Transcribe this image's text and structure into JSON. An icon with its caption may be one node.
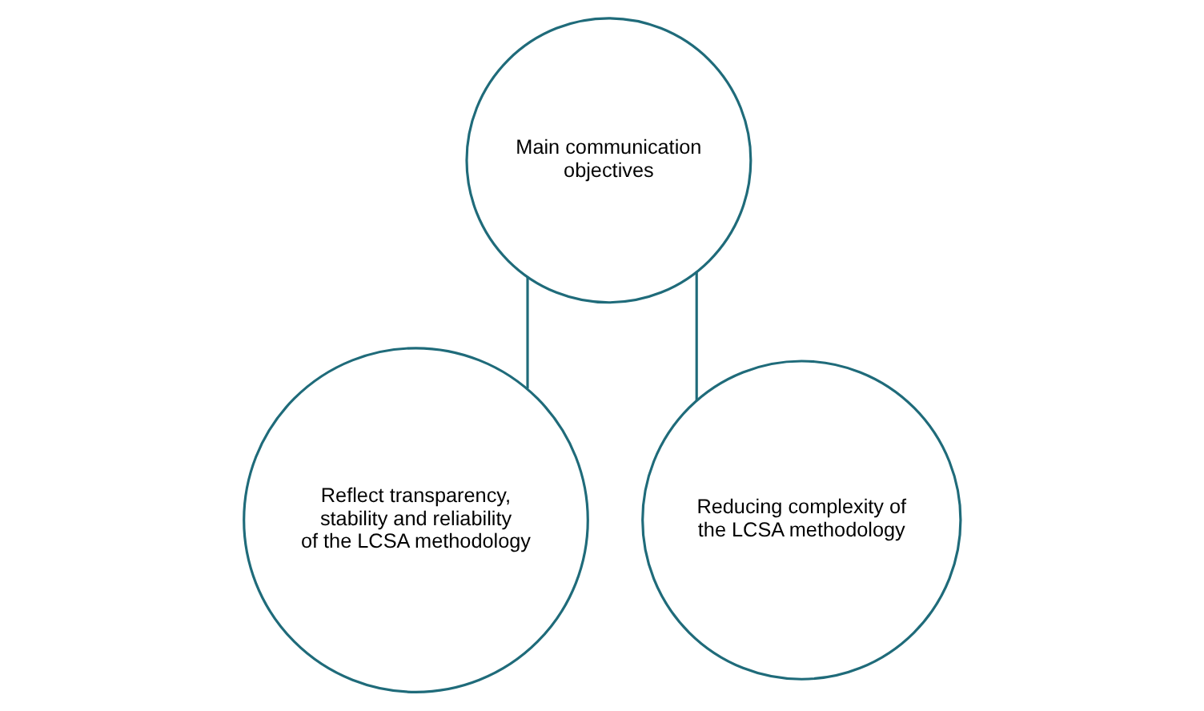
{
  "diagram": {
    "nodes": [
      {
        "text": [
          "Main communication objectives"
        ]
      },
      {
        "text": [
          "Reflect transparency, stability and reliability of the LCSA methodology"
        ]
      },
      {
        "text": [
          "Reducing complexity of the LCSA methodology"
        ]
      }
    ],
    "edges": [
      {
        "from": 0,
        "to": 1,
        "arrow": "none"
      },
      {
        "from": 0,
        "to": 2,
        "arrow": "none"
      }
    ]
  }
}
